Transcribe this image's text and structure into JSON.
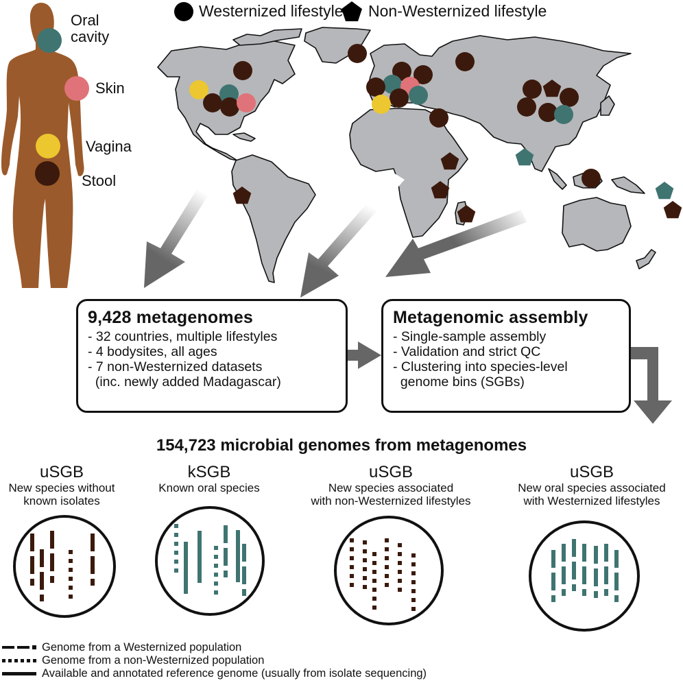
{
  "colors": {
    "oral": "#3f7471",
    "skin": "#e07379",
    "vagina": "#ecc72f",
    "stool": "#3b1a0d",
    "body": "#9b5a2b",
    "land": "#b6b7ba",
    "arrow": "#666666"
  },
  "legend_top": {
    "westernized": "Westernized lifestyle",
    "non_westernized": "Non-Westernized lifestyle"
  },
  "bodysites": [
    {
      "id": "oral",
      "label_line1": "Oral",
      "label_line2": "cavity"
    },
    {
      "id": "skin",
      "label_line1": "Skin"
    },
    {
      "id": "vagina",
      "label_line1": "Vagina"
    },
    {
      "id": "stool",
      "label_line1": "Stool"
    }
  ],
  "metagenomes_box": {
    "title": "9,428 metagenomes",
    "items": [
      "- 32 countries, multiple lifestyles",
      "- 4 bodysites, all ages",
      "- 7 non-Westernized datasets",
      "  (inc. newly added Madagascar)"
    ]
  },
  "assembly_box": {
    "title": "Metagenomic assembly",
    "items": [
      "- Single-sample assembly",
      "- Validation and strict QC",
      "- Clustering into species-level",
      "  genome bins (SGBs)"
    ]
  },
  "genomes_title": "154,723 microbial genomes from metagenomes",
  "categories": [
    {
      "code": "uSGB",
      "desc_line1": "New species without",
      "desc_line2": "known isolates",
      "color": "stool"
    },
    {
      "code": "kSGB",
      "desc_line1": "Known oral species",
      "desc_line2": "",
      "color": "oral"
    },
    {
      "code": "uSGB",
      "desc_line1": "New species associated",
      "desc_line2": "with non-Westernized lifestyles",
      "color": "stool"
    },
    {
      "code": "uSGB",
      "desc_line1": "New oral species associated",
      "desc_line2": "with Westernized lifestyles",
      "color": "oral"
    }
  ],
  "legend_bottom": [
    {
      "style": "dashed",
      "label": "Genome from a Westernized population"
    },
    {
      "style": "dotted",
      "label": "Genome from a non-Westernized population"
    },
    {
      "style": "solid",
      "label": "Available and annotated reference genome (usually from isolate sequencing)"
    }
  ],
  "map_markers": [
    {
      "region": "canada",
      "shape": "circle",
      "site": "stool"
    },
    {
      "region": "usa-west",
      "shape": "circle",
      "site": "vagina"
    },
    {
      "region": "usa-1",
      "shape": "circle",
      "site": "stool"
    },
    {
      "region": "usa-2",
      "shape": "circle",
      "site": "oral"
    },
    {
      "region": "usa-3",
      "shape": "circle",
      "site": "stool"
    },
    {
      "region": "usa-east",
      "shape": "circle",
      "site": "skin"
    },
    {
      "region": "peru",
      "shape": "pentagon",
      "site": "stool"
    },
    {
      "region": "iceland",
      "shape": "circle",
      "site": "stool"
    },
    {
      "region": "europe-1",
      "shape": "circle",
      "site": "stool"
    },
    {
      "region": "europe-2",
      "shape": "circle",
      "site": "stool"
    },
    {
      "region": "europe-3",
      "shape": "circle",
      "site": "oral"
    },
    {
      "region": "europe-4",
      "shape": "circle",
      "site": "skin"
    },
    {
      "region": "europe-5",
      "shape": "circle",
      "site": "stool"
    },
    {
      "region": "europe-6",
      "shape": "circle",
      "site": "stool"
    },
    {
      "region": "europe-7",
      "shape": "circle",
      "site": "oral"
    },
    {
      "region": "spain",
      "shape": "circle",
      "site": "vagina"
    },
    {
      "region": "russia",
      "shape": "circle",
      "site": "stool"
    },
    {
      "region": "israel",
      "shape": "circle",
      "site": "stool"
    },
    {
      "region": "china-1",
      "shape": "circle",
      "site": "stool"
    },
    {
      "region": "mongolia",
      "shape": "pentagon",
      "site": "stool"
    },
    {
      "region": "china-2",
      "shape": "circle",
      "site": "stool"
    },
    {
      "region": "china-3",
      "shape": "circle",
      "site": "stool"
    },
    {
      "region": "china-4",
      "shape": "circle",
      "site": "stool"
    },
    {
      "region": "china-5",
      "shape": "circle",
      "site": "oral"
    },
    {
      "region": "ethiopia",
      "shape": "pentagon",
      "site": "stool"
    },
    {
      "region": "tanzania",
      "shape": "pentagon",
      "site": "stool"
    },
    {
      "region": "madagascar",
      "shape": "pentagon",
      "site": "stool"
    },
    {
      "region": "india",
      "shape": "pentagon",
      "site": "oral"
    },
    {
      "region": "indonesia",
      "shape": "circle",
      "site": "stool"
    },
    {
      "region": "fiji-1",
      "shape": "pentagon",
      "site": "oral"
    },
    {
      "region": "fiji-2",
      "shape": "pentagon",
      "site": "stool"
    }
  ]
}
